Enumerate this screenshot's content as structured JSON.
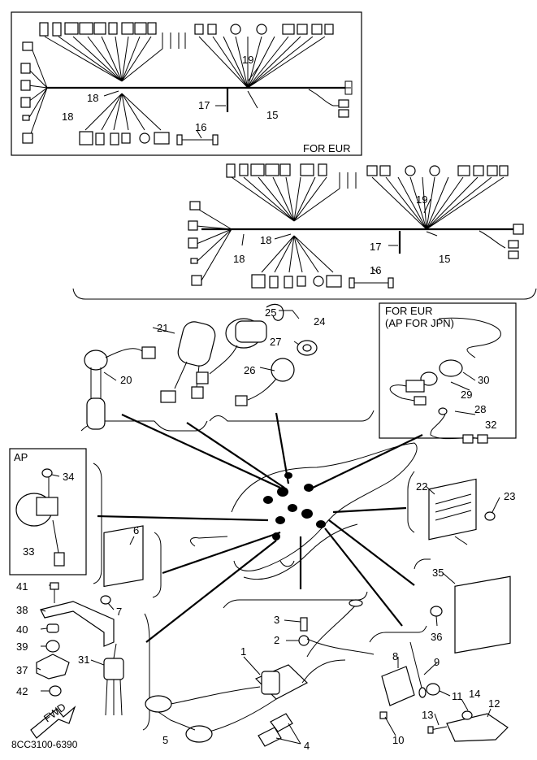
{
  "diagram": {
    "captions": {
      "harness_eur": "FOR EUR",
      "ap_box": "AP",
      "key_box_line1": "FOR EUR",
      "key_box_line2": "(AP FOR JPN)",
      "fwd": "FWD",
      "code": "8CC3100-6390"
    },
    "callouts": [
      {
        "id": "c1",
        "text": "1"
      },
      {
        "id": "c2",
        "text": "2"
      },
      {
        "id": "c3",
        "text": "3"
      },
      {
        "id": "c4",
        "text": "4"
      },
      {
        "id": "c5",
        "text": "5"
      },
      {
        "id": "c6",
        "text": "6"
      },
      {
        "id": "c7",
        "text": "7"
      },
      {
        "id": "c8",
        "text": "8"
      },
      {
        "id": "c9",
        "text": "9"
      },
      {
        "id": "c10",
        "text": "10"
      },
      {
        "id": "c11",
        "text": "11"
      },
      {
        "id": "c12",
        "text": "12"
      },
      {
        "id": "c13",
        "text": "13"
      },
      {
        "id": "c14",
        "text": "14"
      },
      {
        "id": "c15a",
        "text": "15"
      },
      {
        "id": "c15b",
        "text": "15"
      },
      {
        "id": "c16a",
        "text": "16"
      },
      {
        "id": "c16b",
        "text": "16"
      },
      {
        "id": "c17a",
        "text": "17"
      },
      {
        "id": "c17b",
        "text": "17"
      },
      {
        "id": "c18a",
        "text": "18"
      },
      {
        "id": "c18b",
        "text": "18"
      },
      {
        "id": "c18c",
        "text": "18"
      },
      {
        "id": "c18d",
        "text": "18"
      },
      {
        "id": "c19a",
        "text": "19"
      },
      {
        "id": "c19b",
        "text": "19"
      },
      {
        "id": "c20",
        "text": "20"
      },
      {
        "id": "c21",
        "text": "21"
      },
      {
        "id": "c22",
        "text": "22"
      },
      {
        "id": "c23",
        "text": "23"
      },
      {
        "id": "c24",
        "text": "24"
      },
      {
        "id": "c25",
        "text": "25"
      },
      {
        "id": "c26",
        "text": "26"
      },
      {
        "id": "c27",
        "text": "27"
      },
      {
        "id": "c28",
        "text": "28"
      },
      {
        "id": "c29",
        "text": "29"
      },
      {
        "id": "c30",
        "text": "30"
      },
      {
        "id": "c31",
        "text": "31"
      },
      {
        "id": "c32",
        "text": "32"
      },
      {
        "id": "c33",
        "text": "33"
      },
      {
        "id": "c34",
        "text": "34"
      },
      {
        "id": "c35",
        "text": "35"
      },
      {
        "id": "c36",
        "text": "36"
      },
      {
        "id": "c37",
        "text": "37"
      },
      {
        "id": "c38",
        "text": "38"
      },
      {
        "id": "c39",
        "text": "39"
      },
      {
        "id": "c40",
        "text": "40"
      },
      {
        "id": "c41",
        "text": "41"
      },
      {
        "id": "c42",
        "text": "42"
      }
    ]
  }
}
